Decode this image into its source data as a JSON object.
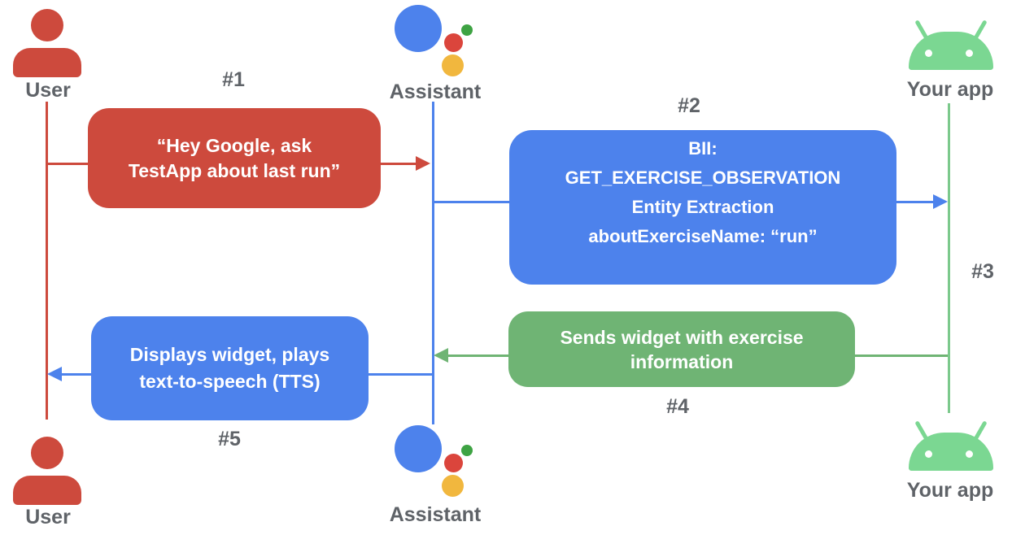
{
  "diagram": {
    "type": "sequence",
    "actors": {
      "user": {
        "label": "User"
      },
      "assistant": {
        "label": "Assistant"
      },
      "app": {
        "label": "Your app"
      }
    },
    "messages": {
      "m1": {
        "tag": "#1",
        "from": "user",
        "to": "assistant",
        "lines": [
          "“Hey Google, ask",
          "TestApp about last run”"
        ]
      },
      "m2": {
        "tag": "#2",
        "from": "assistant",
        "to": "app",
        "lines": [
          "BII:",
          "GET_EXERCISE_OBSERVATION",
          "Entity Extraction",
          "aboutExerciseName: “run”"
        ]
      },
      "m3": {
        "tag": "#3"
      },
      "m4": {
        "tag": "#4",
        "from": "app",
        "to": "assistant",
        "lines": [
          "Sends widget with exercise",
          "information"
        ]
      },
      "m5": {
        "tag": "#5",
        "from": "assistant",
        "to": "user",
        "lines": [
          "Displays widget, plays",
          "text-to-speech (TTS)"
        ]
      }
    },
    "colors": {
      "user_red": "#CD4A3D",
      "assistant_blue": "#4D82EC",
      "app_box_green": "#6FB474",
      "app_icon_green": "#7BD792",
      "app_lifeline_green": "#7CC98C",
      "assistant_dot_red": "#DB453C",
      "assistant_dot_green": "#3EA343",
      "assistant_dot_yellow": "#F1B73E",
      "label_gray": "#5F6368"
    }
  }
}
